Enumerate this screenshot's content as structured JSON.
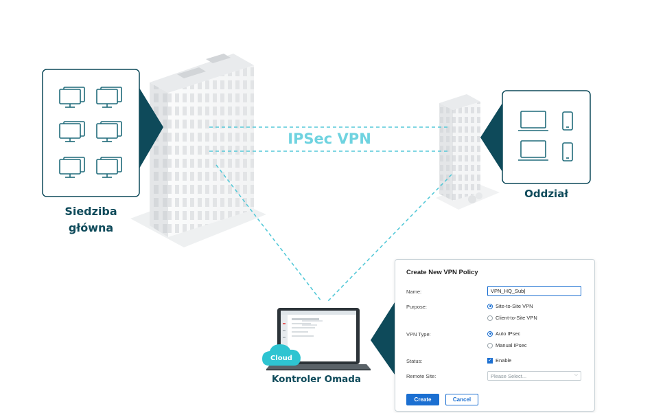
{
  "labels": {
    "hq": [
      "Siedziba",
      "główna"
    ],
    "branch": "Oddział",
    "vpn": "IPSec VPN",
    "cloud": "Cloud",
    "controller": "Kontroler Omada"
  },
  "form": {
    "title": "Create New VPN Policy",
    "name_label": "Name:",
    "name_value": "VPN_HQ_Sub|",
    "purpose_label": "Purpose:",
    "purpose_options": [
      "Site-to-Site VPN",
      "Client-to-Site VPN"
    ],
    "purpose_selected": "Site-to-Site VPN",
    "vpn_type_label": "VPN Type:",
    "vpn_type_options": [
      "Auto IPsec",
      "Manual IPsec"
    ],
    "vpn_type_selected": "Auto IPsec",
    "status_label": "Status:",
    "status_option": "Enable",
    "status_checked": true,
    "remote_site_label": "Remote Site:",
    "remote_site_placeholder": "Please Select...",
    "create_label": "Create",
    "cancel_label": "Cancel"
  },
  "colors": {
    "dark_teal": "#0e4a5a",
    "vpn_cyan": "#55c9d8",
    "accent_blue": "#1b6fd1"
  },
  "icons": {
    "hq_devices": [
      "desktop-icon",
      "desktop-icon",
      "desktop-icon",
      "desktop-icon",
      "desktop-icon",
      "desktop-icon"
    ],
    "branch_devices": [
      "laptop-icon",
      "smartphone-icon",
      "laptop-icon",
      "smartphone-icon"
    ]
  }
}
